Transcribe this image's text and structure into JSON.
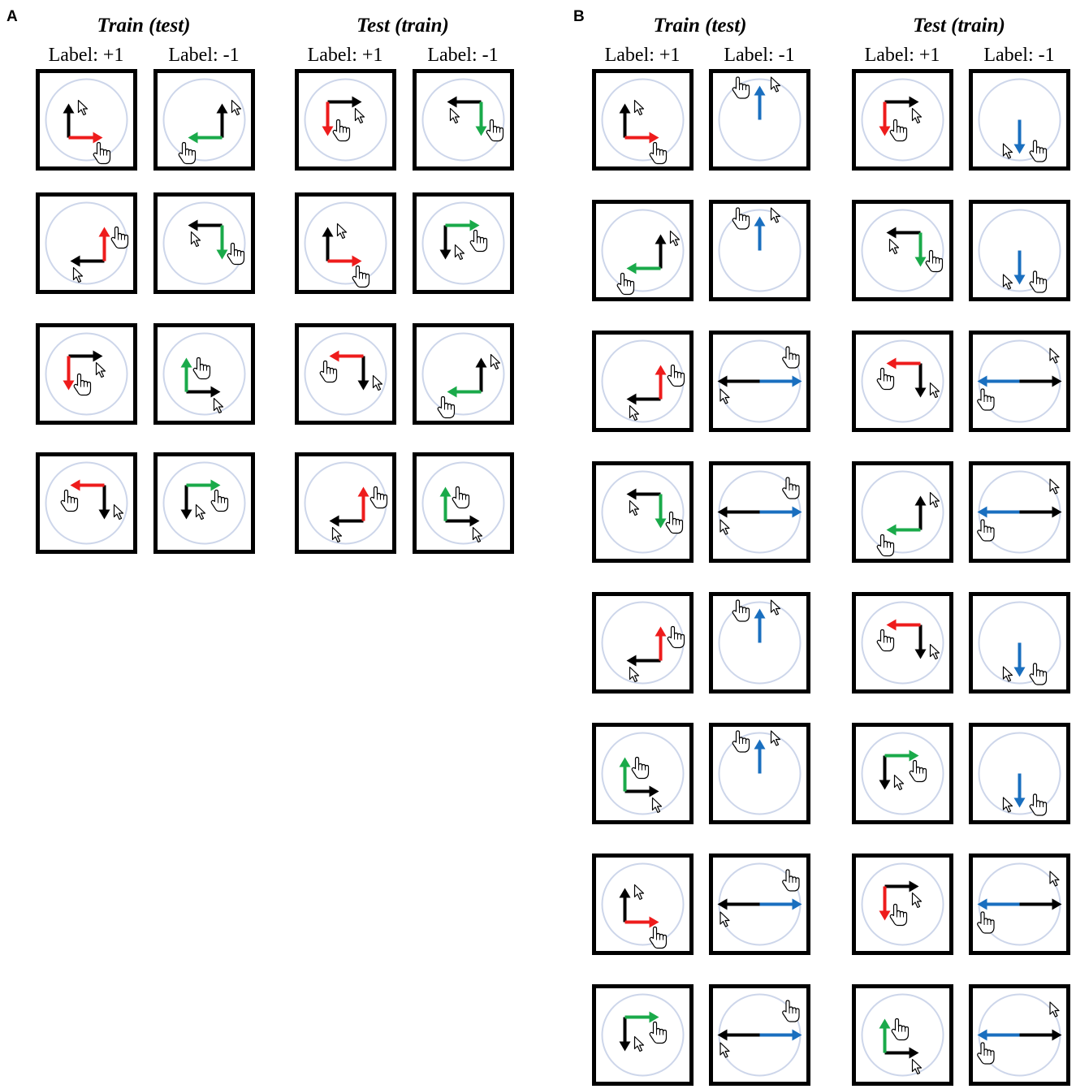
{
  "panels": [
    {
      "letter": "A",
      "groups": [
        {
          "title": "Train (test)",
          "labels": [
            "Label: +1",
            "Label: -1"
          ],
          "rows": [
            [
              {
                "a": "U",
                "c": "R",
                "col": "red",
                "ax": "R"
              },
              {
                "a": "U",
                "c": "L",
                "col": "green",
                "ax": "L"
              }
            ],
            [
              {
                "a": "L",
                "c": "U",
                "col": "red",
                "ax": "U"
              },
              {
                "a": "L",
                "c": "D",
                "col": "green",
                "ax": "D"
              }
            ],
            [
              {
                "a": "R",
                "c": "D",
                "col": "red",
                "ax": "D"
              },
              {
                "a": "R",
                "c": "U",
                "col": "green",
                "ax": "U"
              }
            ],
            [
              {
                "a": "D",
                "c": "L",
                "col": "red",
                "ax": "L"
              },
              {
                "a": "D",
                "c": "R",
                "col": "green",
                "ax": "R"
              }
            ]
          ]
        },
        {
          "title": "Test (train)",
          "labels": [
            "Label: +1",
            "Label: -1"
          ],
          "rows": [
            [
              {
                "a": "R",
                "c": "D",
                "col": "red",
                "ax": "D"
              },
              {
                "a": "L",
                "c": "D",
                "col": "green",
                "ax": "D"
              }
            ],
            [
              {
                "a": "U",
                "c": "R",
                "col": "red",
                "ax": "R"
              },
              {
                "a": "D",
                "c": "R",
                "col": "green",
                "ax": "R"
              }
            ],
            [
              {
                "a": "D",
                "c": "L",
                "col": "red",
                "ax": "L"
              },
              {
                "a": "U",
                "c": "L",
                "col": "green",
                "ax": "L"
              }
            ],
            [
              {
                "a": "L",
                "c": "U",
                "col": "red",
                "ax": "U"
              },
              {
                "a": "R",
                "c": "U",
                "col": "green",
                "ax": "U"
              }
            ]
          ]
        }
      ]
    },
    {
      "letter": "B",
      "groups": [
        {
          "title": "Train (test)",
          "labels": [
            "Label: +1",
            "Label: -1"
          ],
          "rows": [
            [
              {
                "a": "U",
                "c": "R",
                "col": "red",
                "ax": "R"
              },
              {
                "blue": "U"
              }
            ],
            [
              {
                "a": "U",
                "c": "L",
                "col": "green",
                "ax": "L"
              },
              {
                "blue": "U"
              }
            ],
            [
              {
                "a": "L",
                "c": "U",
                "col": "red",
                "ax": "U"
              },
              {
                "blue": "LR"
              }
            ],
            [
              {
                "a": "L",
                "c": "D",
                "col": "green",
                "ax": "D"
              },
              {
                "blue": "LR"
              }
            ],
            [
              {
                "a": "L",
                "c": "U",
                "col": "red",
                "ax": "U"
              },
              {
                "blue": "U"
              }
            ],
            [
              {
                "a": "R",
                "c": "U",
                "col": "green",
                "ax": "U"
              },
              {
                "blue": "U"
              }
            ],
            [
              {
                "a": "U",
                "c": "R",
                "col": "red",
                "ax": "R"
              },
              {
                "blue": "LR"
              }
            ],
            [
              {
                "a": "D",
                "c": "R",
                "col": "green",
                "ax": "R"
              },
              {
                "blue": "LR"
              }
            ]
          ]
        },
        {
          "title": "Test (train)",
          "labels": [
            "Label: +1",
            "Label: -1"
          ],
          "rows": [
            [
              {
                "a": "R",
                "c": "D",
                "col": "red",
                "ax": "D"
              },
              {
                "blue": "D"
              }
            ],
            [
              {
                "a": "L",
                "c": "D",
                "col": "green",
                "ax": "D"
              },
              {
                "blue": "D"
              }
            ],
            [
              {
                "a": "D",
                "c": "L",
                "col": "red",
                "ax": "L"
              },
              {
                "blue": "RL"
              }
            ],
            [
              {
                "a": "U",
                "c": "L",
                "col": "green",
                "ax": "L"
              },
              {
                "blue": "RL"
              }
            ],
            [
              {
                "a": "D",
                "c": "L",
                "col": "red",
                "ax": "L"
              },
              {
                "blue": "D"
              }
            ],
            [
              {
                "a": "D",
                "c": "R",
                "col": "green",
                "ax": "R"
              },
              {
                "blue": "D"
              }
            ],
            [
              {
                "a": "R",
                "c": "D",
                "col": "red",
                "ax": "D"
              },
              {
                "blue": "RL"
              }
            ],
            [
              {
                "a": "R",
                "c": "U",
                "col": "green",
                "ax": "U"
              },
              {
                "blue": "RL"
              }
            ]
          ]
        }
      ]
    }
  ],
  "colors": {
    "red": "#ee1c1c",
    "green": "#1aaa4a",
    "blue": "#1a6fbf",
    "black": "#000000",
    "circle": "#cdd6ea"
  }
}
